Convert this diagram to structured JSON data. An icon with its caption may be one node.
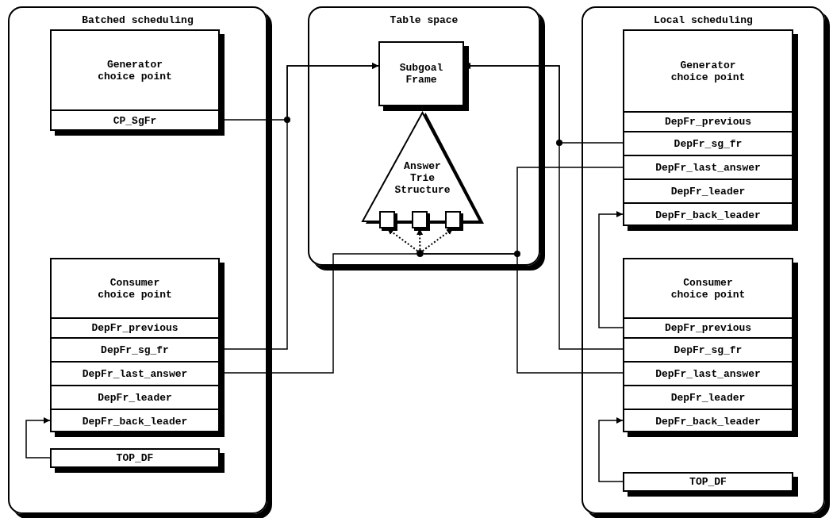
{
  "diagram": {
    "nodes": [
      {
        "text": [
          "Batched scheduling"
        ]
      },
      {
        "text": [
          "Generator choice point"
        ],
        "in": 0
      },
      {
        "text": [
          "CP_SgFr"
        ],
        "in": 1
      },
      {
        "text": [
          "Consumer choice point"
        ],
        "in": 0
      },
      {
        "text": [
          "DepFr_previous"
        ],
        "in": 3
      },
      {
        "text": [
          "DepFr_sg_fr"
        ],
        "in": 3
      },
      {
        "text": [
          "DepFr_last_answer"
        ],
        "in": 3
      },
      {
        "text": [
          "DepFr_leader"
        ],
        "in": 3
      },
      {
        "text": [
          "DepFr_back_leader"
        ],
        "in": 3
      },
      {
        "text": [
          "TOP_DF"
        ],
        "in": 0
      },
      {
        "text": [
          "Table space"
        ]
      },
      {
        "text": [
          "Subgoal Frame"
        ],
        "in": 10
      },
      {
        "text": [
          "Answer Trie Structure"
        ],
        "in": 10
      },
      {
        "text": [],
        "shape": "box",
        "in": 12
      },
      {
        "text": [],
        "shape": "box",
        "in": 12
      },
      {
        "text": [],
        "shape": "box",
        "in": 12
      },
      {
        "text": [
          "Local scheduling"
        ]
      },
      {
        "text": [
          "Generator choice point"
        ],
        "in": 16
      },
      {
        "text": [
          "DepFr_previous"
        ],
        "in": 17
      },
      {
        "text": [
          "DepFr_sg_fr"
        ],
        "in": 17
      },
      {
        "text": [
          "DepFr_last_answer"
        ],
        "in": 17
      },
      {
        "text": [
          "DepFr_leader"
        ],
        "in": 17
      },
      {
        "text": [
          "DepFr_back_leader"
        ],
        "in": 17
      },
      {
        "text": [
          "Consumer choice point"
        ],
        "in": 16
      },
      {
        "text": [
          "DepFr_previous"
        ],
        "in": 23
      },
      {
        "text": [
          "DepFr_sg_fr"
        ],
        "in": 23
      },
      {
        "text": [
          "DepFr_last_answer"
        ],
        "in": 23
      },
      {
        "text": [
          "DepFr_leader"
        ],
        "in": 23
      },
      {
        "text": [
          "DepFr_back_leader"
        ],
        "in": 23
      },
      {
        "text": [
          "TOP_DF"
        ],
        "in": 16
      },
      {
        "text": [],
        "shape": "circle",
        "in": 10
      }
    ],
    "edges": [
      {
        "from": 2,
        "to": 11,
        "arrow": "to"
      },
      {
        "from": 5,
        "to": 11,
        "arrow": "to"
      },
      {
        "from": 6,
        "to": 30,
        "arrow": "none"
      },
      {
        "from": 9,
        "to": 8,
        "arrow": "to"
      },
      {
        "from": 19,
        "to": 11,
        "arrow": "to"
      },
      {
        "from": 25,
        "to": 11,
        "arrow": "to"
      },
      {
        "from": 20,
        "to": 30,
        "arrow": "none"
      },
      {
        "from": 26,
        "to": 30,
        "arrow": "none"
      },
      {
        "from": 24,
        "to": 22,
        "arrow": "to"
      },
      {
        "from": 29,
        "to": 28,
        "arrow": "to"
      },
      {
        "from": 30,
        "to": 13,
        "arrow": "to",
        "style": "dashed"
      },
      {
        "from": 30,
        "to": 14,
        "arrow": "to",
        "style": "dashed"
      },
      {
        "from": 30,
        "to": 15,
        "arrow": "to",
        "style": "dashed"
      }
    ]
  }
}
